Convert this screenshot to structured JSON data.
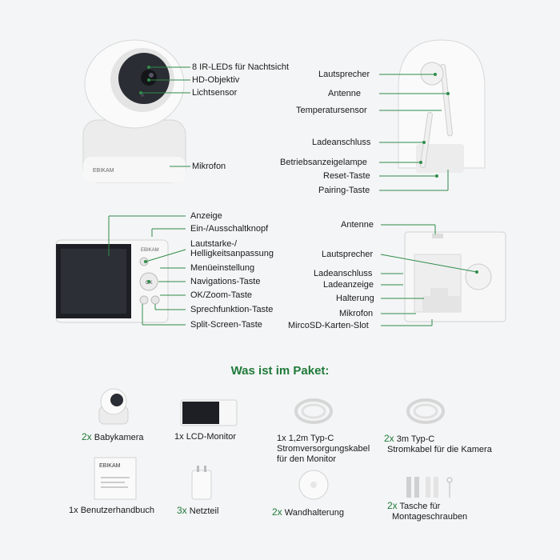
{
  "brand": "EBIKAM",
  "camera_front": {
    "labels": [
      "8 IR-LEDs für Nachtsicht",
      "HD-Objektiv",
      "Lichtsensor",
      "Mikrofon"
    ]
  },
  "camera_back": {
    "labels": [
      "Lautsprecher",
      "Antenne",
      "Temperatursensor",
      "Ladeanschluss",
      "Betriebsanzeigelampe",
      "Reset-Taste",
      "Pairing-Taste"
    ]
  },
  "monitor_front": {
    "labels": [
      "Anzeige",
      "Ein-/Ausschaltknopf",
      "Lautstarke-/",
      "Helligkeitsanpassung",
      "Menüeinstellung",
      "Navigations-Taste",
      "OK/Zoom-Taste",
      "Sprechfunktion-Taste",
      "Split-Screen-Taste"
    ],
    "ok_button": "OK"
  },
  "monitor_back": {
    "labels": [
      "Antenne",
      "Lautsprecher",
      "Ladeanschluss",
      "Ladeanzeige",
      "Halterung",
      "Mikrofon",
      "MircoSD-Karten-Slot"
    ]
  },
  "package": {
    "title": "Was ist im Paket:",
    "items": [
      {
        "qty": "2x",
        "text": "Babykamera"
      },
      {
        "qty": "1x",
        "text": "LCD-Monitor"
      },
      {
        "qty": "1x",
        "line1": "1,2m Typ-C",
        "line2": "Stromversorgungskabel",
        "line3": "für den Monitor"
      },
      {
        "qty": "2x",
        "line1": "3m Typ-C",
        "line2": "Stromkabel für die Kamera"
      },
      {
        "qty": "1x",
        "text": "Benutzerhandbuch"
      },
      {
        "qty": "3x",
        "text": "Netzteil"
      },
      {
        "qty": "2x",
        "text": "Wandhalterung"
      },
      {
        "qty": "2x",
        "line1": "Tasche für",
        "line2": "Montageschrauben"
      }
    ]
  }
}
